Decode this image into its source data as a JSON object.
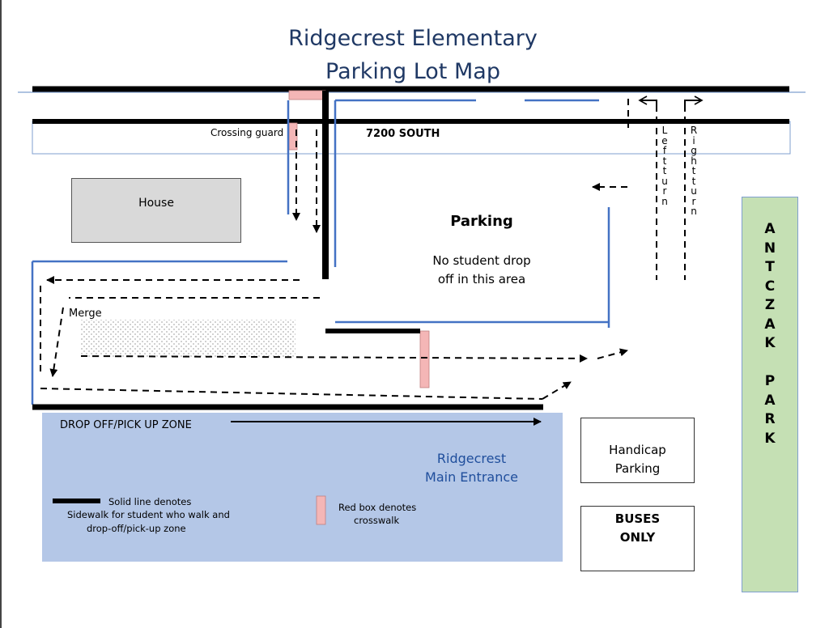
{
  "map": {
    "title_line1": "Ridgecrest Elementary",
    "title_line2": "Parking Lot Map",
    "road_label": "7200 SOUTH",
    "crossing_guard_label": "Crossing guard",
    "house_label": "House",
    "parking_label": "Parking",
    "parking_note_line1": "No student drop",
    "parking_note_line2": "off in this area",
    "merge_label": "Merge",
    "left_turn_label": "L\ne\nf\nt\nt\nu\nr\nn",
    "right_turn_label": "R\ni\ng\nh\nt\nt\nu\nr\nn",
    "park_label": "A\nN\nT\nC\nZ\nA\nK\n\nP\nA\nR\nK",
    "dropoff_label": "DROP OFF/PICK UP ZONE",
    "main_entrance_line1": "Ridgecrest",
    "main_entrance_line2": "Main Entrance",
    "handicap_line1": "Handicap",
    "handicap_line2": "Parking",
    "buses_line1": "BUSES",
    "buses_line2": "ONLY",
    "legend_solid_line1": "Solid line denotes",
    "legend_solid_line2": "Sidewalk for student who walk and",
    "legend_solid_line3": "drop-off/pick-up zone",
    "legend_red_line1": "Red box denotes",
    "legend_red_line2": "crosswalk"
  },
  "colors": {
    "title": "#1f3864",
    "blue_line": "#4472c4",
    "school_fill": "#b4c7e7",
    "crosswalk": "#f4b6b6",
    "park_fill": "#c5e0b4",
    "house_fill": "#d9d9d9"
  }
}
